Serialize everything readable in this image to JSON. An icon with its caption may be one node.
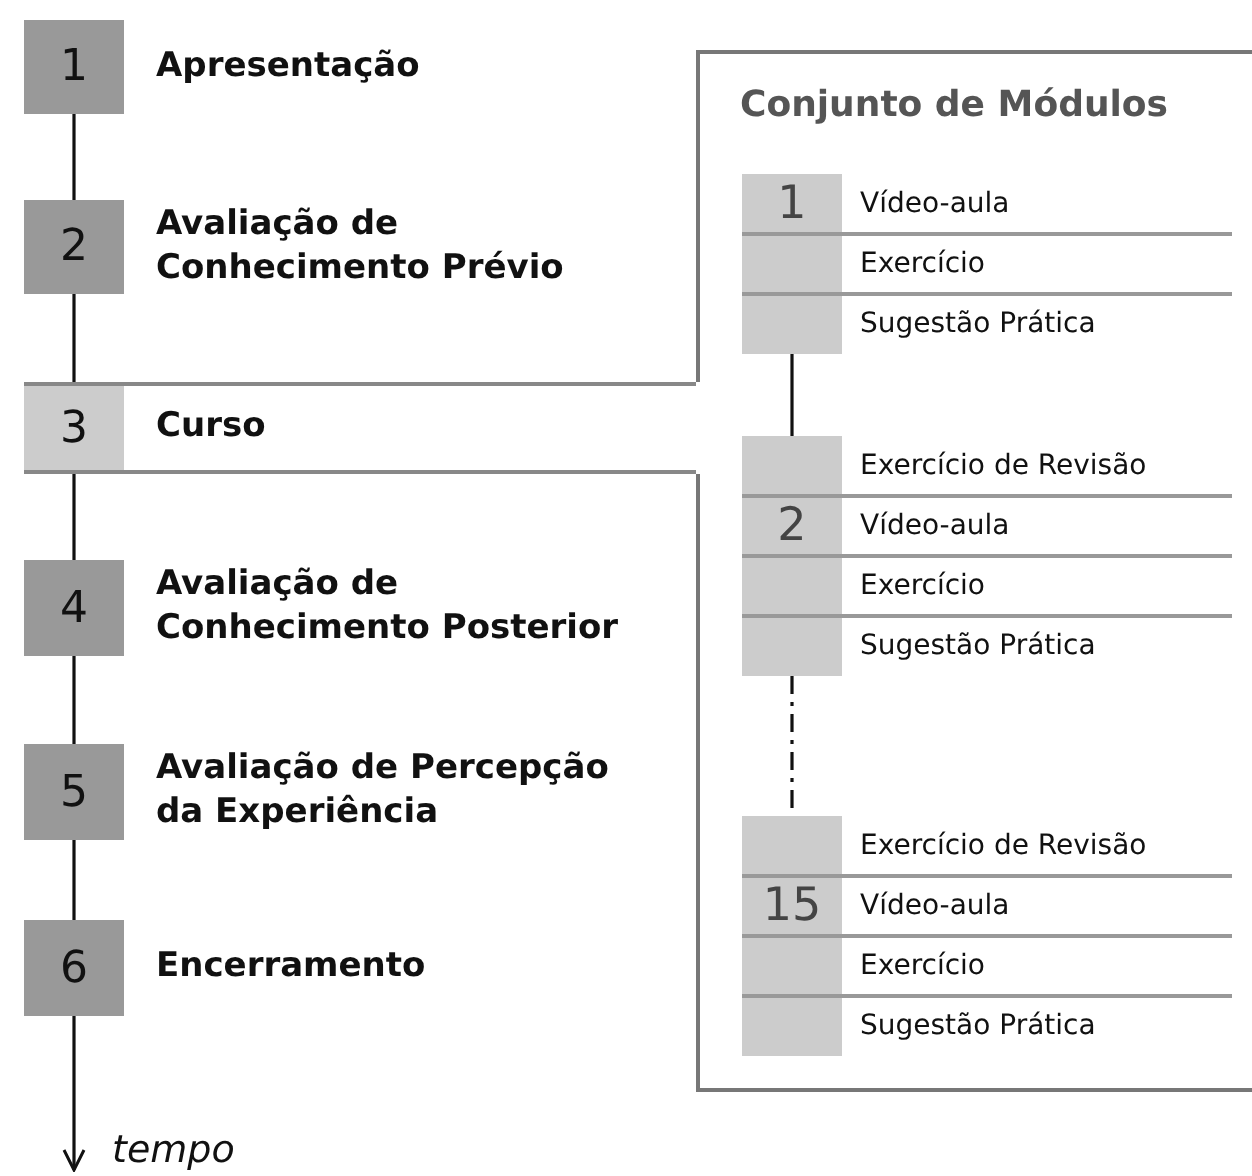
{
  "diagram": {
    "nodes": [
      {
        "text": [
          "1",
          "Apresentação"
        ]
      },
      {
        "text": [
          "2",
          "Avaliação de Conhecimento Prévio"
        ]
      },
      {
        "text": [
          "3",
          "Curso"
        ]
      },
      {
        "text": [
          "4",
          "Avaliação de Conhecimento Posterior"
        ]
      },
      {
        "text": [
          "5",
          "Avaliação de Percepção da Experiência"
        ]
      },
      {
        "text": [
          "6",
          "Encerramento"
        ]
      },
      {
        "text": [
          "tempo"
        ]
      },
      {
        "text": [
          "Conjunto de Módulos"
        ]
      },
      {
        "text": [
          "1",
          "Vídeo-aula",
          "Exercício",
          "Sugestão Prática"
        ],
        "in": 7
      },
      {
        "text": [
          "2",
          "Exercício de Revisão",
          "Vídeo-aula",
          "Exercício",
          "Sugestão Prática"
        ],
        "in": 7
      },
      {
        "text": [
          "15",
          "Exercício de Revisão",
          "Vídeo-aula",
          "Exercício",
          "Sugestão Prática"
        ],
        "in": 7
      }
    ],
    "edges": [
      {
        "from": 0,
        "to": 1,
        "arrow": "none"
      },
      {
        "from": 1,
        "to": 2,
        "arrow": "none"
      },
      {
        "from": 2,
        "to": 3,
        "arrow": "none"
      },
      {
        "from": 3,
        "to": 4,
        "arrow": "none"
      },
      {
        "from": 4,
        "to": 5,
        "arrow": "none"
      },
      {
        "from": 5,
        "to": 6,
        "arrow": "to"
      },
      {
        "from": 8,
        "to": 9,
        "arrow": "none"
      },
      {
        "from": 9,
        "to": 10,
        "arrow": "none",
        "style": "dashed"
      }
    ]
  }
}
